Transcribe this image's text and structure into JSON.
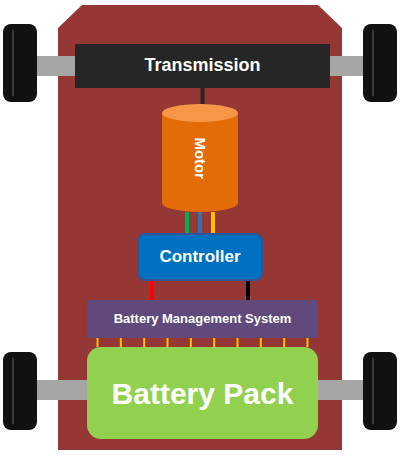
{
  "diagram": {
    "nodes": [
      {
        "text": [
          "Transmission"
        ]
      },
      {
        "text": [
          "Motor"
        ]
      },
      {
        "text": [
          "Controller"
        ]
      },
      {
        "text": [
          "Battery Management System"
        ]
      },
      {
        "text": [
          "Battery Pack"
        ]
      }
    ],
    "edges": [
      {
        "from": 0,
        "to": 1,
        "arrow": "none"
      },
      {
        "from": 1,
        "to": 2,
        "arrow": "none"
      },
      {
        "from": 1,
        "to": 2,
        "arrow": "none"
      },
      {
        "from": 1,
        "to": 2,
        "arrow": "none"
      },
      {
        "from": 2,
        "to": 3,
        "arrow": "none"
      },
      {
        "from": 2,
        "to": 3,
        "arrow": "none"
      },
      {
        "from": 3,
        "to": 4,
        "arrow": "none"
      },
      {
        "from": 3,
        "to": 4,
        "arrow": "none"
      },
      {
        "from": 3,
        "to": 4,
        "arrow": "none"
      },
      {
        "from": 3,
        "to": 4,
        "arrow": "none"
      },
      {
        "from": 3,
        "to": 4,
        "arrow": "none"
      },
      {
        "from": 3,
        "to": 4,
        "arrow": "none"
      },
      {
        "from": 3,
        "to": 4,
        "arrow": "none"
      },
      {
        "from": 3,
        "to": 4,
        "arrow": "none"
      },
      {
        "from": 3,
        "to": 4,
        "arrow": "none"
      },
      {
        "from": 3,
        "to": 4,
        "arrow": "none"
      }
    ]
  }
}
